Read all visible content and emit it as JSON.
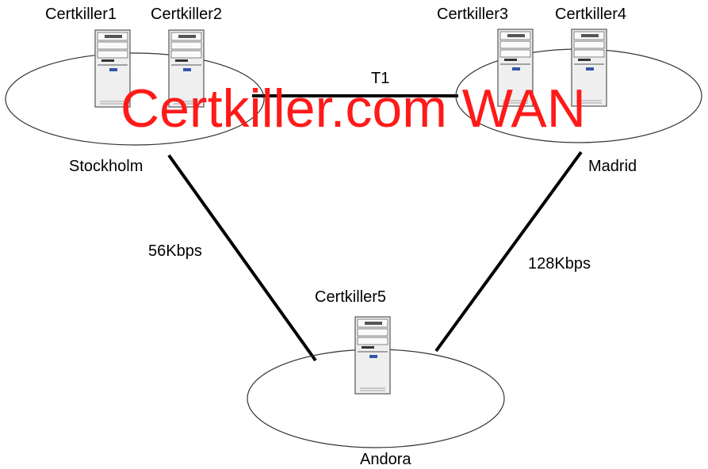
{
  "sites": [
    {
      "name": "Stockholm"
    },
    {
      "name": "Madrid"
    },
    {
      "name": "Andora"
    }
  ],
  "servers": [
    {
      "name": "Certkiller1"
    },
    {
      "name": "Certkiller2"
    },
    {
      "name": "Certkiller3"
    },
    {
      "name": "Certkiller4"
    },
    {
      "name": "Certkiller5"
    }
  ],
  "links": [
    {
      "label": "T1"
    },
    {
      "label": "56Kbps"
    },
    {
      "label": "128Kbps"
    }
  ],
  "watermark": {
    "text": "Certkiller.com WAN",
    "color": "#ff1a1a"
  },
  "colors": {
    "line": "#000000",
    "server_body": "#eeeeee",
    "server_stroke": "#555555",
    "server_led": "#3355aa"
  }
}
